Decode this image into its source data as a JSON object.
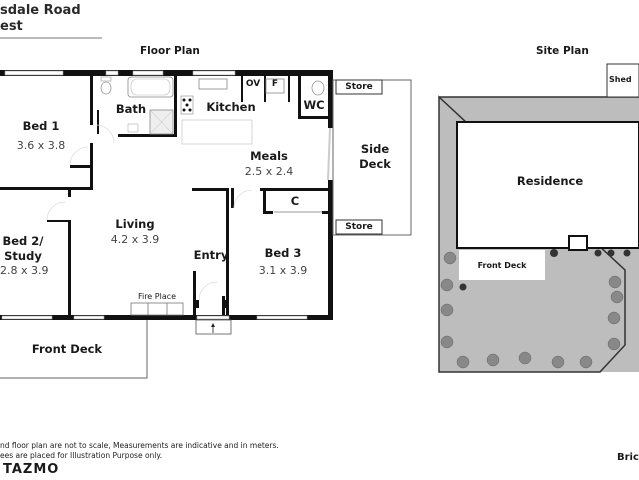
{
  "header": {
    "address_line1": "sdale Road",
    "address_line2": "est"
  },
  "floor_plan": {
    "title": "Floor Plan",
    "rooms": [
      {
        "name": "Bed 1",
        "dims": "3.6 x 3.8"
      },
      {
        "name": "Bath"
      },
      {
        "name": "Kitchen"
      },
      {
        "name": "WC"
      },
      {
        "name": "Meals",
        "dims": "2.5 x 2.4"
      },
      {
        "name": "Side Deck"
      },
      {
        "name": "Bed 2/ Study",
        "line1": "Bed 2/",
        "line2": "Study",
        "dims": "2.8 x 3.9"
      },
      {
        "name": "Living",
        "dims": "4.2 x 3.9"
      },
      {
        "name": "Entry"
      },
      {
        "name": "Bed 3",
        "dims": "3.1 x 3.9"
      },
      {
        "name": "Front Deck"
      }
    ],
    "fixtures": {
      "oven": "OV",
      "fridge": "F",
      "cupboard": "C",
      "store_top": "Store",
      "store_bottom": "Store",
      "fire_place": "Fire Place"
    }
  },
  "site_plan": {
    "title": "Site Plan",
    "shed": "Shed",
    "residence": "Residence",
    "front_deck": "Front Deck"
  },
  "footer": {
    "disclaimer_line1": "nd floor plan are not to scale, Measurements are indicative and in meters.",
    "disclaimer_line2": "ees are placed for Illustration Purpose only.",
    "brand_left": "TAZMO",
    "brand_right": "Bric"
  }
}
